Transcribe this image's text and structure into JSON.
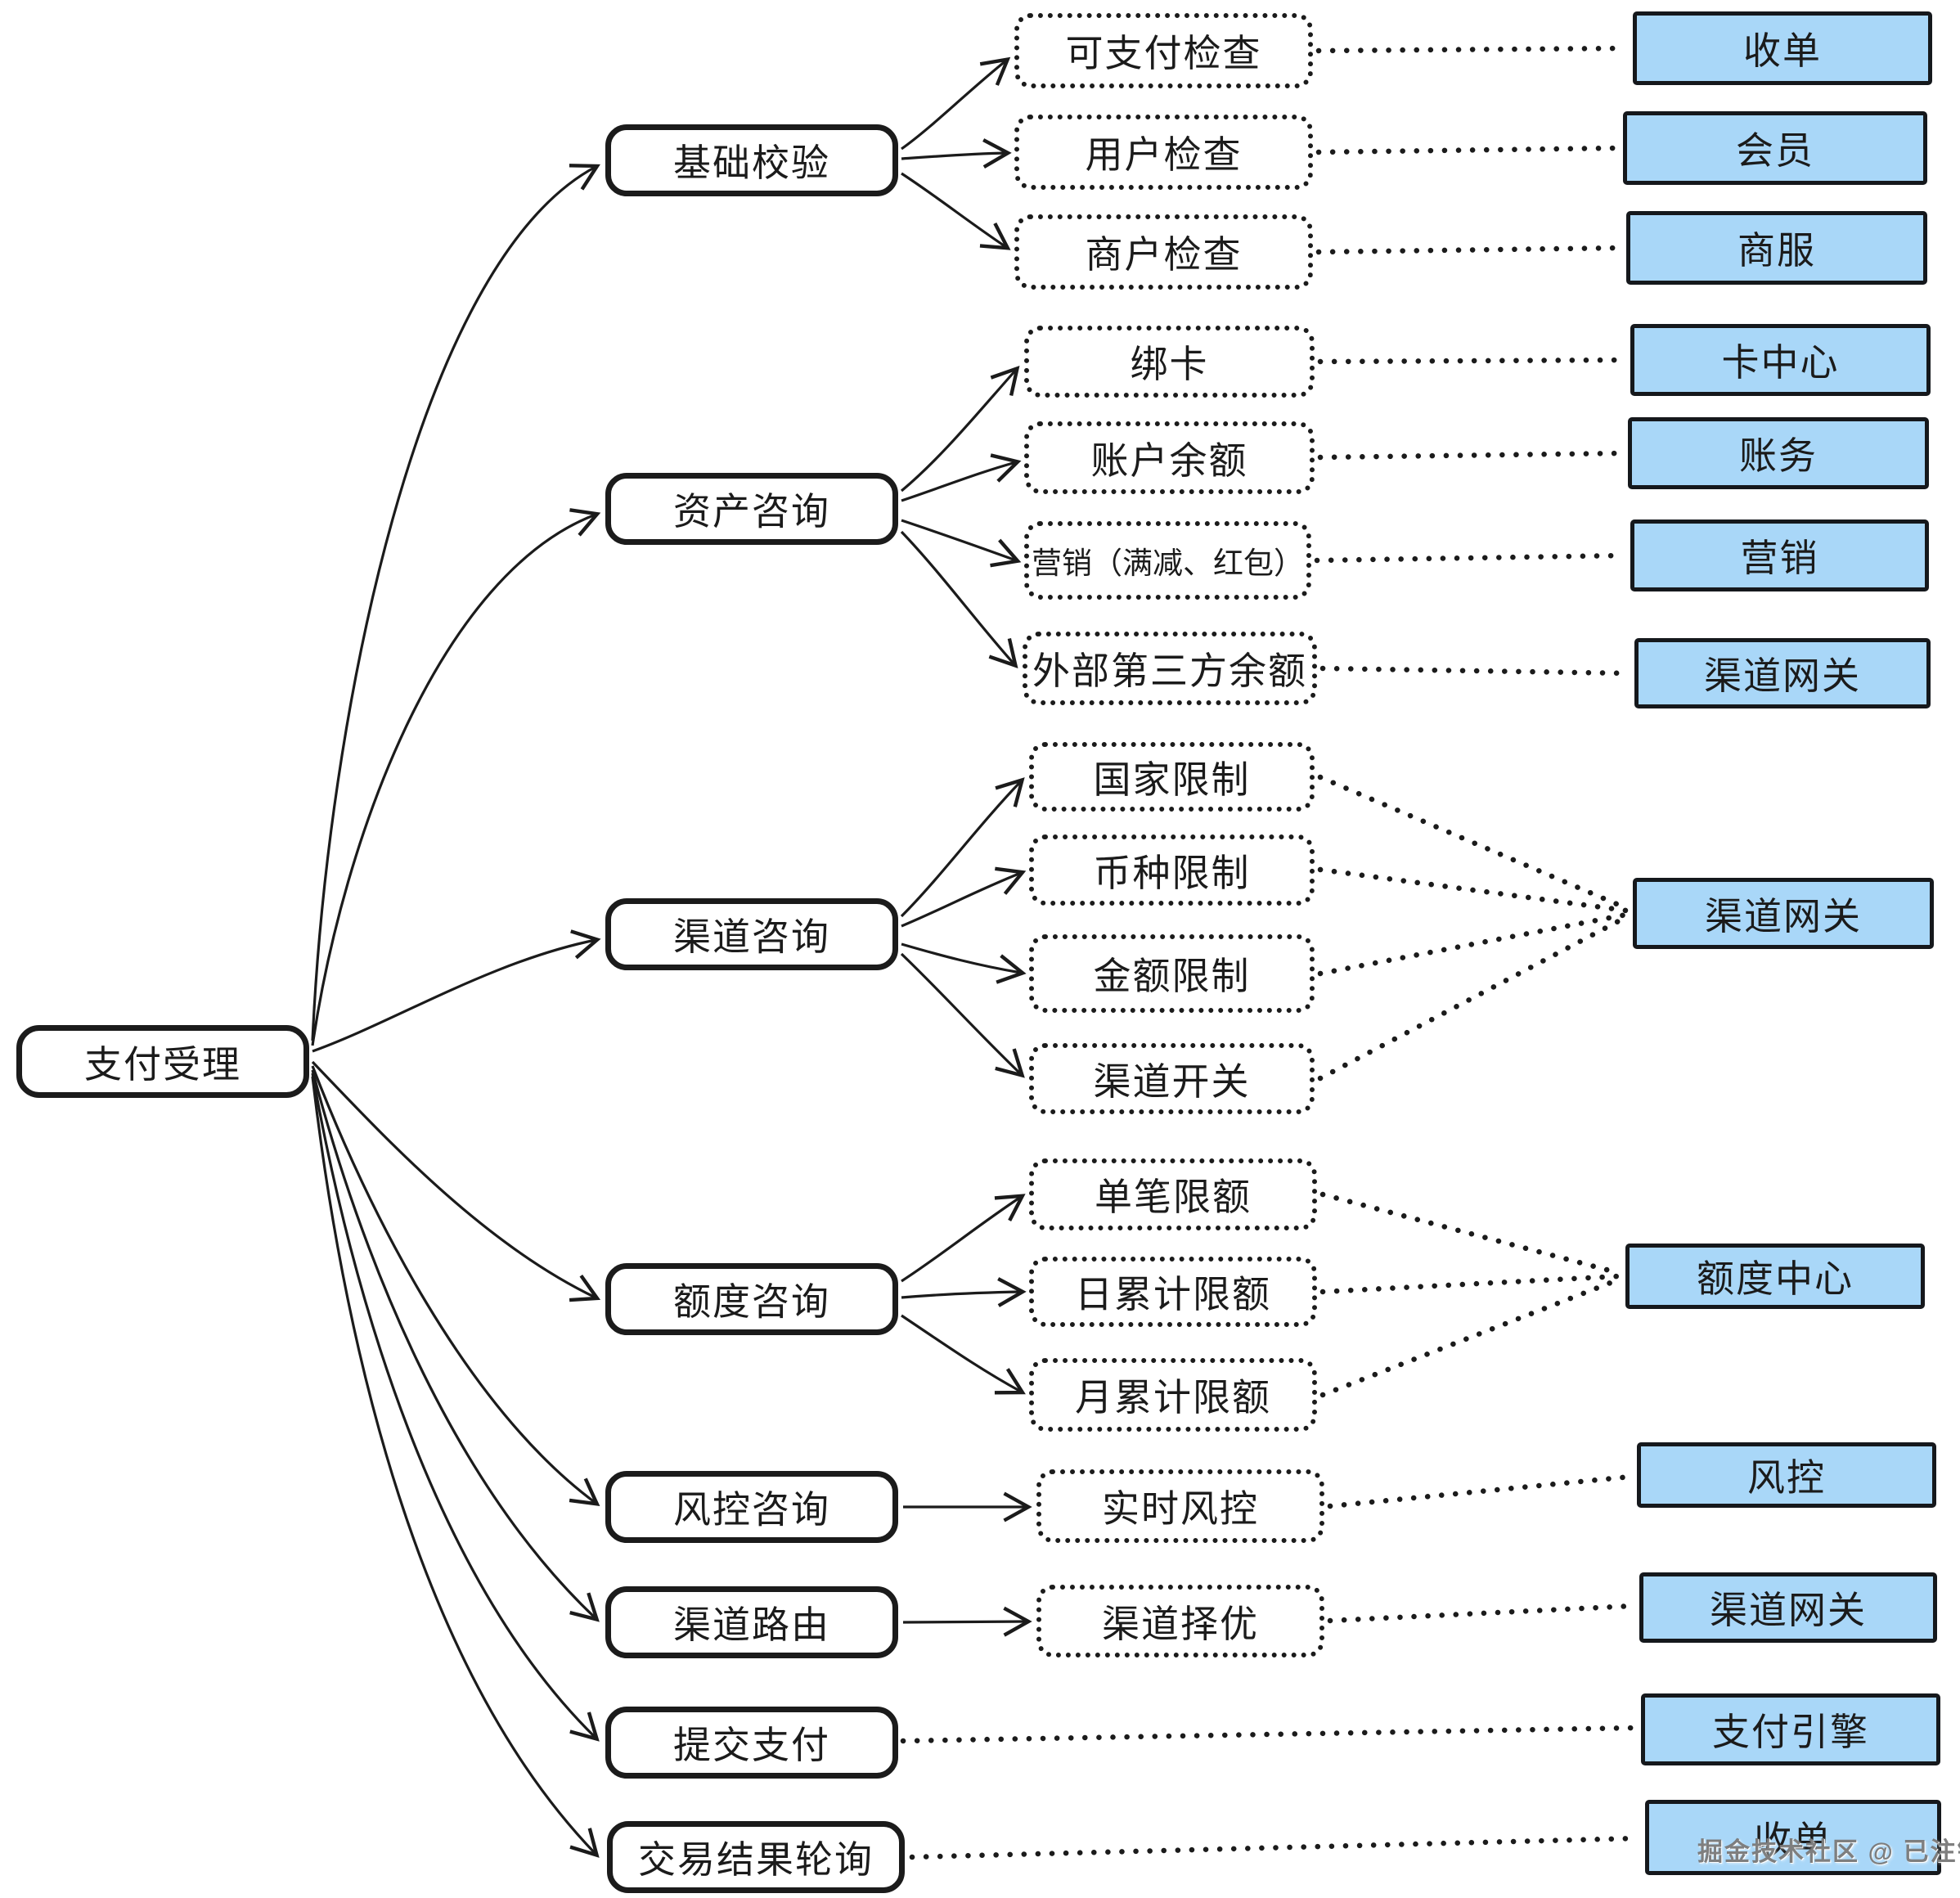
{
  "watermark": "掘金技术社区 @ 已注销",
  "colors": {
    "background": "#ffffff",
    "line": "#1b1b1b",
    "service_fill": "#a9d7f8"
  },
  "nodes": {
    "root": {
      "label": "支付受理"
    },
    "stages": [
      {
        "label": "基础校验"
      },
      {
        "label": "资产咨询"
      },
      {
        "label": "渠道咨询"
      },
      {
        "label": "额度咨询"
      },
      {
        "label": "风控咨询"
      },
      {
        "label": "渠道路由"
      },
      {
        "label": "提交支付"
      },
      {
        "label": "交易结果轮询"
      }
    ],
    "checks": [
      {
        "label": "可支付检查"
      },
      {
        "label": "用户检查"
      },
      {
        "label": "商户检查"
      },
      {
        "label": "绑卡"
      },
      {
        "label": "账户余额"
      },
      {
        "label": "营销（满减、红包）"
      },
      {
        "label": "外部第三方余额"
      },
      {
        "label": "国家限制"
      },
      {
        "label": "币种限制"
      },
      {
        "label": "金额限制"
      },
      {
        "label": "渠道开关"
      },
      {
        "label": "单笔限额"
      },
      {
        "label": "日累计限额"
      },
      {
        "label": "月累计限额"
      },
      {
        "label": "实时风控"
      },
      {
        "label": "渠道择优"
      }
    ],
    "services": [
      {
        "label": "收单"
      },
      {
        "label": "会员"
      },
      {
        "label": "商服"
      },
      {
        "label": "卡中心"
      },
      {
        "label": "账务"
      },
      {
        "label": "营销"
      },
      {
        "label": "渠道网关"
      },
      {
        "label": "渠道网关"
      },
      {
        "label": "额度中心"
      },
      {
        "label": "风控"
      },
      {
        "label": "渠道网关"
      },
      {
        "label": "支付引擎"
      },
      {
        "label": "收单"
      }
    ]
  },
  "edges": {
    "root_to_stages": [
      "基础校验",
      "资产咨询",
      "渠道咨询",
      "额度咨询",
      "风控咨询",
      "渠道路由",
      "提交支付",
      "交易结果轮询"
    ],
    "stage_children": {
      "基础校验": [
        "可支付检查",
        "用户检查",
        "商户检查"
      ],
      "资产咨询": [
        "绑卡",
        "账户余额",
        "营销（满减、红包）",
        "外部第三方余额"
      ],
      "渠道咨询": [
        "国家限制",
        "币种限制",
        "金额限制",
        "渠道开关"
      ],
      "额度咨询": [
        "单笔限额",
        "日累计限额",
        "月累计限额"
      ],
      "风控咨询": [
        "实时风控"
      ],
      "渠道路由": [
        "渠道择优"
      ]
    },
    "dotted_links": [
      {
        "from": "可支付检查",
        "to": "收单"
      },
      {
        "from": "用户检查",
        "to": "会员"
      },
      {
        "from": "商户检查",
        "to": "商服"
      },
      {
        "from": "绑卡",
        "to": "卡中心"
      },
      {
        "from": "账户余额",
        "to": "账务"
      },
      {
        "from": "营销（满减、红包）",
        "to": "营销"
      },
      {
        "from": "外部第三方余额",
        "to": "渠道网关"
      },
      {
        "from": "国家限制",
        "to": "渠道网关"
      },
      {
        "from": "币种限制",
        "to": "渠道网关"
      },
      {
        "from": "金额限制",
        "to": "渠道网关"
      },
      {
        "from": "渠道开关",
        "to": "渠道网关"
      },
      {
        "from": "单笔限额",
        "to": "额度中心"
      },
      {
        "from": "日累计限额",
        "to": "额度中心"
      },
      {
        "from": "月累计限额",
        "to": "额度中心"
      },
      {
        "from": "实时风控",
        "to": "风控"
      },
      {
        "from": "渠道择优",
        "to": "渠道网关"
      },
      {
        "from": "提交支付",
        "to": "支付引擎"
      },
      {
        "from": "交易结果轮询",
        "to": "收单"
      }
    ]
  }
}
